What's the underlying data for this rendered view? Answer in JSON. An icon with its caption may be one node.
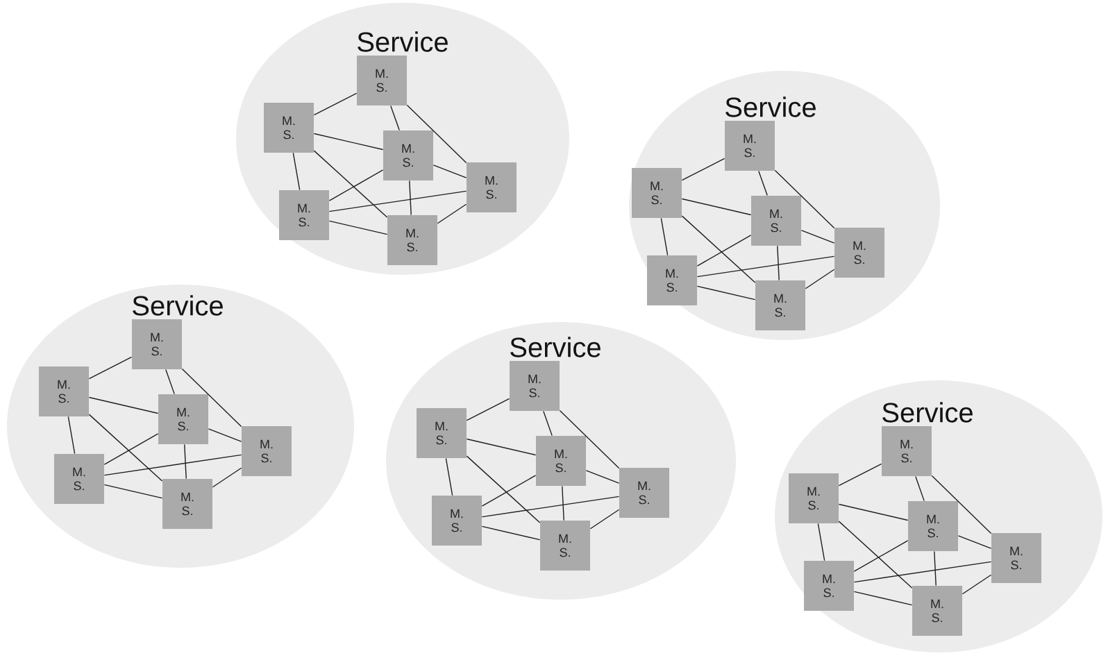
{
  "diagram": {
    "nodes": [
      {
        "text": [
          "Service"
        ]
      },
      {
        "text": [
          "M. S."
        ],
        "in": 0
      },
      {
        "text": [
          "M. S."
        ],
        "in": 0
      },
      {
        "text": [
          "M. S."
        ],
        "in": 0
      },
      {
        "text": [
          "M. S."
        ],
        "in": 0
      },
      {
        "text": [
          "M. S."
        ],
        "in": 0
      },
      {
        "text": [
          "M. S."
        ],
        "in": 0
      },
      {
        "text": [
          "Service"
        ]
      },
      {
        "text": [
          "M. S."
        ],
        "in": 7
      },
      {
        "text": [
          "M. S."
        ],
        "in": 7
      },
      {
        "text": [
          "M. S."
        ],
        "in": 7
      },
      {
        "text": [
          "M. S."
        ],
        "in": 7
      },
      {
        "text": [
          "M. S."
        ],
        "in": 7
      },
      {
        "text": [
          "M. S."
        ],
        "in": 7
      },
      {
        "text": [
          "Service"
        ]
      },
      {
        "text": [
          "M. S."
        ],
        "in": 14
      },
      {
        "text": [
          "M. S."
        ],
        "in": 14
      },
      {
        "text": [
          "M. S."
        ],
        "in": 14
      },
      {
        "text": [
          "M. S."
        ],
        "in": 14
      },
      {
        "text": [
          "M. S."
        ],
        "in": 14
      },
      {
        "text": [
          "M. S."
        ],
        "in": 14
      },
      {
        "text": [
          "Service"
        ]
      },
      {
        "text": [
          "M. S."
        ],
        "in": 21
      },
      {
        "text": [
          "M. S."
        ],
        "in": 21
      },
      {
        "text": [
          "M. S."
        ],
        "in": 21
      },
      {
        "text": [
          "M. S."
        ],
        "in": 21
      },
      {
        "text": [
          "M. S."
        ],
        "in": 21
      },
      {
        "text": [
          "M. S."
        ],
        "in": 21
      },
      {
        "text": [
          "Service"
        ]
      },
      {
        "text": [
          "M. S."
        ],
        "in": 28
      },
      {
        "text": [
          "M. S."
        ],
        "in": 28
      },
      {
        "text": [
          "M. S."
        ],
        "in": 28
      },
      {
        "text": [
          "M. S."
        ],
        "in": 28
      },
      {
        "text": [
          "M. S."
        ],
        "in": 28
      },
      {
        "text": [
          "M. S."
        ],
        "in": 28
      }
    ],
    "edges": [
      {
        "from": 1,
        "to": 2,
        "arrow": "none"
      },
      {
        "from": 1,
        "to": 3,
        "arrow": "none"
      },
      {
        "from": 1,
        "to": 4,
        "arrow": "none"
      },
      {
        "from": 2,
        "to": 3,
        "arrow": "none"
      },
      {
        "from": 2,
        "to": 6,
        "arrow": "none"
      },
      {
        "from": 2,
        "to": 5,
        "arrow": "none"
      },
      {
        "from": 3,
        "to": 4,
        "arrow": "none"
      },
      {
        "from": 3,
        "to": 5,
        "arrow": "none"
      },
      {
        "from": 3,
        "to": 6,
        "arrow": "none"
      },
      {
        "from": 4,
        "to": 5,
        "arrow": "none"
      },
      {
        "from": 4,
        "to": 6,
        "arrow": "none"
      },
      {
        "from": 5,
        "to": 6,
        "arrow": "none"
      },
      {
        "from": 8,
        "to": 9,
        "arrow": "none"
      },
      {
        "from": 8,
        "to": 10,
        "arrow": "none"
      },
      {
        "from": 8,
        "to": 11,
        "arrow": "none"
      },
      {
        "from": 9,
        "to": 10,
        "arrow": "none"
      },
      {
        "from": 9,
        "to": 13,
        "arrow": "none"
      },
      {
        "from": 9,
        "to": 12,
        "arrow": "none"
      },
      {
        "from": 10,
        "to": 11,
        "arrow": "none"
      },
      {
        "from": 10,
        "to": 12,
        "arrow": "none"
      },
      {
        "from": 10,
        "to": 13,
        "arrow": "none"
      },
      {
        "from": 11,
        "to": 12,
        "arrow": "none"
      },
      {
        "from": 11,
        "to": 13,
        "arrow": "none"
      },
      {
        "from": 12,
        "to": 13,
        "arrow": "none"
      },
      {
        "from": 15,
        "to": 16,
        "arrow": "none"
      },
      {
        "from": 15,
        "to": 17,
        "arrow": "none"
      },
      {
        "from": 15,
        "to": 18,
        "arrow": "none"
      },
      {
        "from": 16,
        "to": 17,
        "arrow": "none"
      },
      {
        "from": 16,
        "to": 20,
        "arrow": "none"
      },
      {
        "from": 16,
        "to": 19,
        "arrow": "none"
      },
      {
        "from": 17,
        "to": 18,
        "arrow": "none"
      },
      {
        "from": 17,
        "to": 19,
        "arrow": "none"
      },
      {
        "from": 17,
        "to": 20,
        "arrow": "none"
      },
      {
        "from": 18,
        "to": 19,
        "arrow": "none"
      },
      {
        "from": 18,
        "to": 20,
        "arrow": "none"
      },
      {
        "from": 19,
        "to": 20,
        "arrow": "none"
      },
      {
        "from": 22,
        "to": 23,
        "arrow": "none"
      },
      {
        "from": 22,
        "to": 24,
        "arrow": "none"
      },
      {
        "from": 22,
        "to": 25,
        "arrow": "none"
      },
      {
        "from": 23,
        "to": 24,
        "arrow": "none"
      },
      {
        "from": 23,
        "to": 27,
        "arrow": "none"
      },
      {
        "from": 23,
        "to": 26,
        "arrow": "none"
      },
      {
        "from": 24,
        "to": 25,
        "arrow": "none"
      },
      {
        "from": 24,
        "to": 26,
        "arrow": "none"
      },
      {
        "from": 24,
        "to": 27,
        "arrow": "none"
      },
      {
        "from": 25,
        "to": 26,
        "arrow": "none"
      },
      {
        "from": 25,
        "to": 27,
        "arrow": "none"
      },
      {
        "from": 26,
        "to": 27,
        "arrow": "none"
      },
      {
        "from": 29,
        "to": 30,
        "arrow": "none"
      },
      {
        "from": 29,
        "to": 31,
        "arrow": "none"
      },
      {
        "from": 29,
        "to": 32,
        "arrow": "none"
      },
      {
        "from": 30,
        "to": 31,
        "arrow": "none"
      },
      {
        "from": 30,
        "to": 34,
        "arrow": "none"
      },
      {
        "from": 30,
        "to": 33,
        "arrow": "none"
      },
      {
        "from": 31,
        "to": 32,
        "arrow": "none"
      },
      {
        "from": 31,
        "to": 33,
        "arrow": "none"
      },
      {
        "from": 31,
        "to": 34,
        "arrow": "none"
      },
      {
        "from": 32,
        "to": 33,
        "arrow": "none"
      },
      {
        "from": 32,
        "to": 34,
        "arrow": "none"
      },
      {
        "from": 33,
        "to": 34,
        "arrow": "none"
      }
    ]
  }
}
